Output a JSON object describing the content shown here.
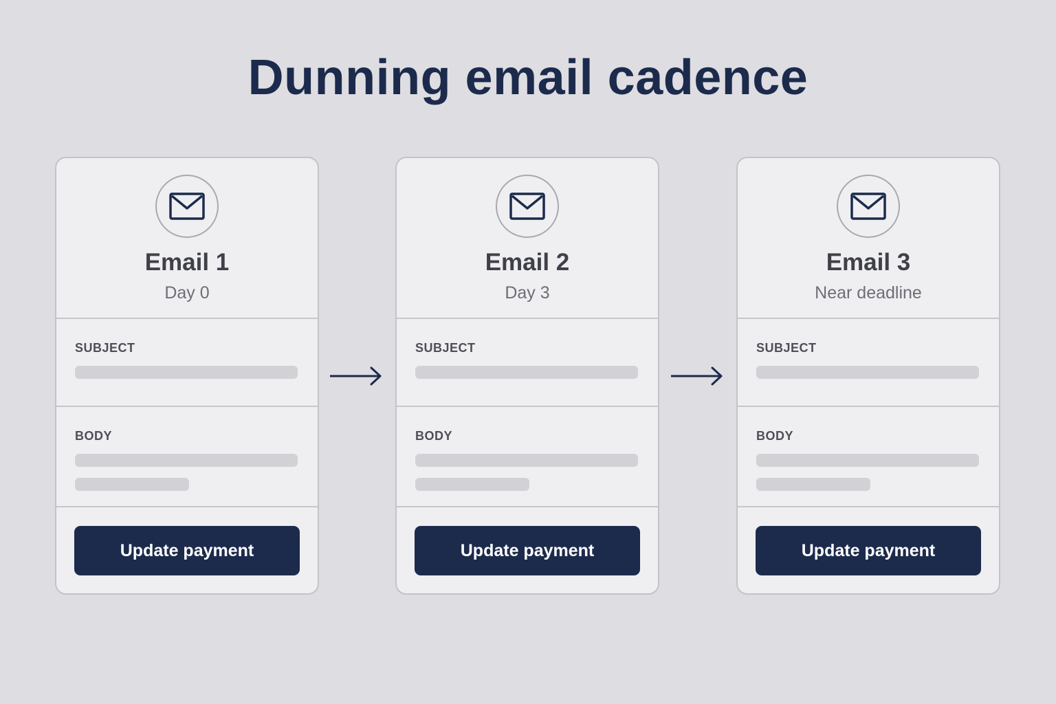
{
  "title": "Dunning email cadence",
  "colors": {
    "navy": "#1c2b4c",
    "background": "#dedde2",
    "card": "#efeff2"
  },
  "icon": "envelope-icon",
  "cards": [
    {
      "title": "Email 1",
      "timing": "Day 0",
      "subject_label": "SUBJECT",
      "body_label": "BODY",
      "button_label": "Update payment"
    },
    {
      "title": "Email 2",
      "timing": "Day 3",
      "subject_label": "SUBJECT",
      "body_label": "BODY",
      "button_label": "Update payment"
    },
    {
      "title": "Email 3",
      "timing": "Near deadline",
      "subject_label": "SUBJECT",
      "body_label": "BODY",
      "button_label": "Update payment"
    }
  ]
}
